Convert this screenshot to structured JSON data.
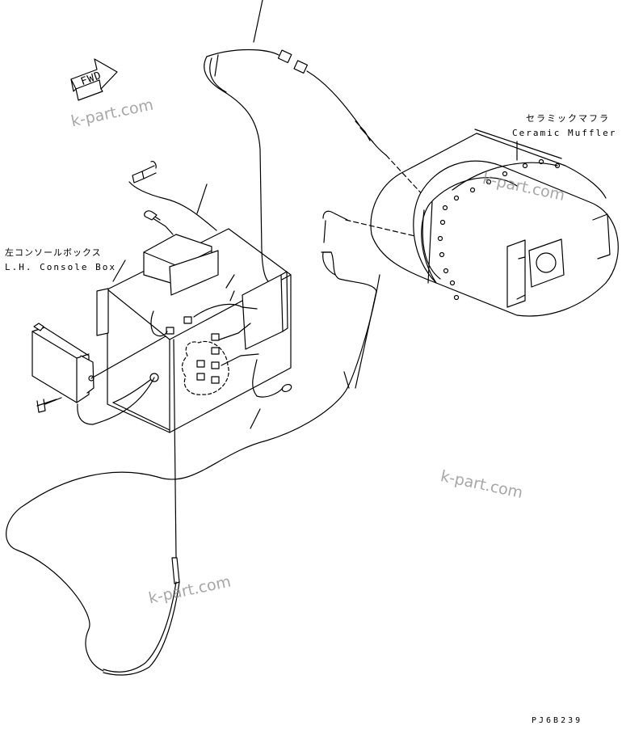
{
  "labels": {
    "fwd": "FWD",
    "muffler_jp": "セラミックマフラ",
    "muffler_en": "Ceramic Muffler",
    "console_jp": "左コンソールボックス",
    "console_en": "L.H. Console Box",
    "drawing_code": "PJ6B239"
  },
  "watermarks": [
    "k-part.com",
    "k-part.com",
    "k-part.com",
    "k-part.com"
  ]
}
